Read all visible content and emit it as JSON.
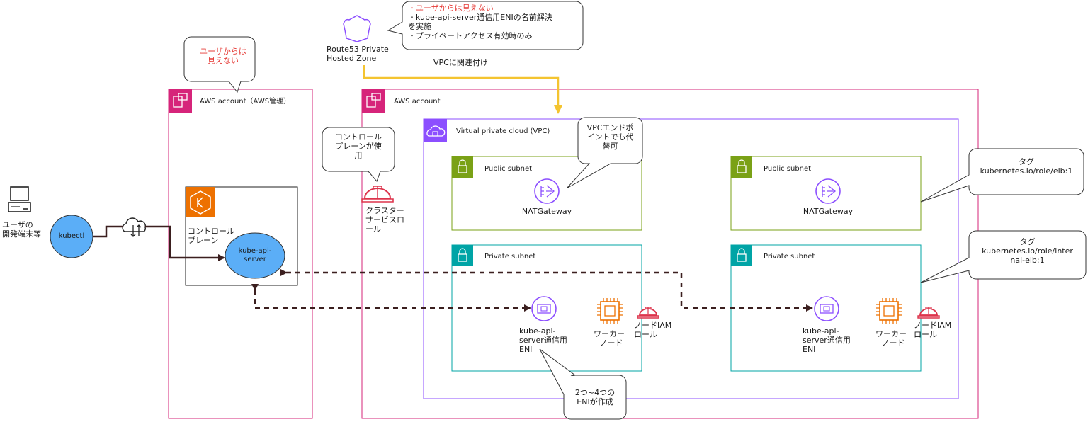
{
  "colors": {
    "aws_account_border": "#d6247a",
    "vpc_border": "#8c4fff",
    "public_subnet": "#7aa116",
    "private_subnet": "#00a4a6",
    "eks_orange": "#ed7100",
    "ec2_orange": "#ed7100",
    "iam_red": "#dd344c",
    "ellipse_fill": "#5baef7",
    "route53_purple": "#8c4fff",
    "vpc_assoc_arrow": "#f4c430",
    "dashed_arrow": "#3b1f1f",
    "warning_red": "#e53935"
  },
  "user": {
    "icon": "laptop-icon",
    "label_line1": "ユーザの",
    "label_line2": "開発端末等"
  },
  "kubectl": {
    "label": "kubectl"
  },
  "internet": {
    "icon": "internet-cloud-icon"
  },
  "aws_managed_account": {
    "icon": "aws-account-icon",
    "title": "AWS account（AWS管理）",
    "bubble_line1": "ユーザからは",
    "bubble_line2": "見えない"
  },
  "control_plane": {
    "icon": "eks-icon",
    "label_line1": "コントロール",
    "label_line2": "プレーン",
    "api_server_line1": "kube-api-",
    "api_server_line2": "server"
  },
  "route53": {
    "icon": "route53-shield-icon",
    "label_line1": "Route53 Private",
    "label_line2": "Hosted Zone",
    "assoc_label": "VPCに関連付け",
    "bubble_line1": "・ユーザからは見えない",
    "bubble_line2": "・kube-api-server通信用ENIの名前解決",
    "bubble_line3": "を実施",
    "bubble_line4": "・プライベートアクセス有効時のみ"
  },
  "aws_account": {
    "icon": "aws-account-icon",
    "title": "AWS account"
  },
  "cluster_role": {
    "icon": "iam-helmet-icon",
    "label_line1": "クラスター",
    "label_line2": "サービスロ",
    "label_line3": "ール",
    "bubble_line1": "コントロール",
    "bubble_line2": "プレーンが使",
    "bubble_line3": "用"
  },
  "vpc": {
    "icon": "vpc-cloud-icon",
    "title": "Virtual private cloud (VPC)",
    "endpoint_bubble_line1": "VPCエンドポ",
    "endpoint_bubble_line2": "イントでも代",
    "endpoint_bubble_line3": "替可"
  },
  "public_subnets": [
    {
      "title": "Public subnet",
      "icon": "lock-icon",
      "nat_icon": "nat-gateway-icon",
      "nat_label": "NATGateway"
    },
    {
      "title": "Public subnet",
      "icon": "lock-icon",
      "nat_icon": "nat-gateway-icon",
      "nat_label": "NATGateway"
    }
  ],
  "private_subnets": [
    {
      "title": "Private subnet",
      "icon": "lock-icon",
      "eni_icon": "eni-icon",
      "eni_line1": "kube-api-",
      "eni_line2": "server通信用",
      "eni_line3": "ENI",
      "worker_icon": "ec2-instance-icon",
      "worker_line1": "ワーカー",
      "worker_line2": "ノード",
      "iam_icon": "iam-helmet-icon",
      "iam_line1": "ノードIAM",
      "iam_line2": "ロール"
    },
    {
      "title": "Private subnet",
      "icon": "lock-icon",
      "eni_icon": "eni-icon",
      "eni_line1": "kube-api-",
      "eni_line2": "server通信用",
      "eni_line3": "ENI",
      "worker_icon": "ec2-instance-icon",
      "worker_line1": "ワーカー",
      "worker_line2": "ノード",
      "iam_icon": "iam-helmet-icon",
      "iam_line1": "ノードIAM",
      "iam_line2": "ロール"
    }
  ],
  "tag_public": {
    "line1": "タグ",
    "line2": "kubernetes.io/role/elb:1"
  },
  "tag_private": {
    "line1": "タグ",
    "line2": "kubernetes.io/role/inter",
    "line3": "nal-elb:1"
  },
  "eni_bubble": {
    "line1": "2つ~4つの",
    "line2": "ENIが作成"
  }
}
